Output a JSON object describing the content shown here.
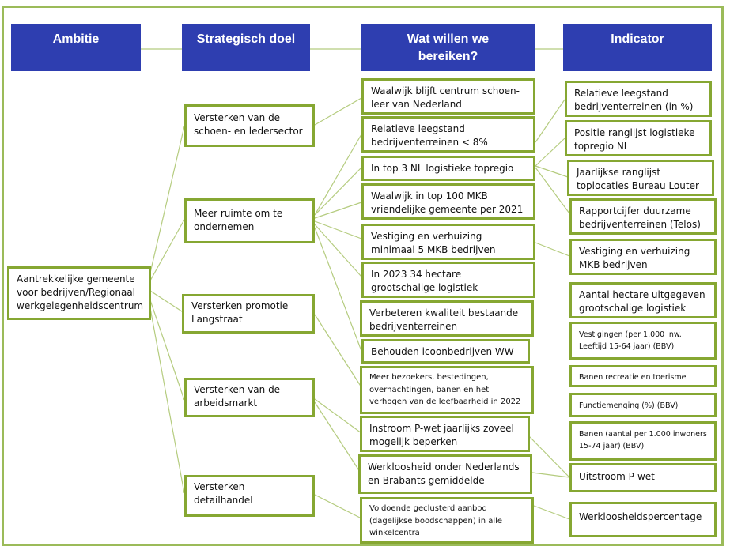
{
  "headers": {
    "ambitie": "Ambitie",
    "strategisch_doel": "Strategisch doel",
    "wat_willen_we_bereiken": "Wat willen we bereiken?",
    "indicator": "Indicator"
  },
  "ambitie": "Aantrekkelijke gemeente voor bedrijven/Regionaal werkgelegenheidscentrum",
  "strategische_doelen": [
    "Versterken van de schoen- en ledersector",
    "Meer ruimte om te ondernemen",
    "Versterken promotie Langstraat",
    "Versterken van de arbeidsmarkt",
    "Versterken detailhandel"
  ],
  "doelen": [
    "Waalwijk blijft centrum schoen-leer van Nederland",
    "Relatieve leegstand bedrijventerreinen < 8%",
    "In top 3 NL logistieke topregio",
    "Waalwijk in top 100 MKB vriendelijke gemeente per 2021",
    "Vestiging en verhuizing minimaal 5 MKB bedrijven",
    "In 2023 34 hectare grootschalige logistiek ontwikkeld",
    "Verbeteren kwaliteit bestaande bedrijventerreinen",
    "Behouden icoonbedrijven WW",
    "Meer bezoekers, bestedingen, overnachtingen, banen en het verhogen van de leefbaarheid in 2022",
    "Instroom P-wet jaarlijks zoveel mogelijk beperken",
    "Werkloosheid onder Nederlands en Brabants gemiddelde",
    "Voldoende geclusterd aanbod (dagelijkse boodschappen) in alle winkelcentra"
  ],
  "indicatoren": [
    "Relatieve leegstand bedrijventerreinen (in %)",
    "Positie ranglijst logistieke topregio NL",
    "Jaarlijkse ranglijst toplocaties Bureau Louter",
    "Rapportcijfer duurzame bedrijventerreinen (Telos)",
    "Vestiging en verhuizing MKB bedrijven",
    "Aantal hectare uitgegeven grootschalige logistiek",
    "Vestigingen (per 1.000 inw. Leeftijd 15-64 jaar) (BBV)",
    "Banen recreatie en toerisme",
    "Functiemenging (%) (BBV)",
    "Banen (aantal per 1.000 inwoners 15-74 jaar) (BBV)",
    "Uitstroom P-wet",
    "Werkloosheidspercentage"
  ],
  "colors": {
    "header_fill": "#2e3eb0",
    "box_border": "#86a732",
    "connector": "#b5cc7f",
    "frame": "#9bbb59"
  }
}
